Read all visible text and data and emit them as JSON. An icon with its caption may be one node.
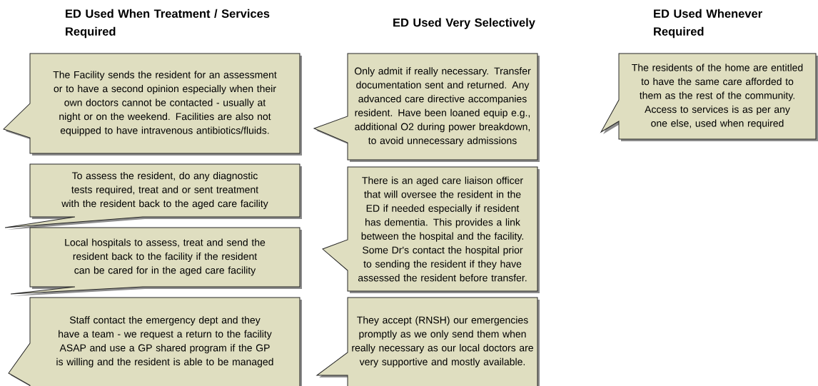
{
  "diagram": {
    "nodes": [
      {
        "text": [
          "The Facility sends the resident for an assessment or to have a second opinion especially when their own doctors cannot be contacted - usually at night or on the weekend.  Facilities are also not equipped to have intravenous antibiotics/fluids."
        ]
      },
      {
        "text": [
          "To assess the resident, do any diagnostic tests required, treat and or sent treatment with the resident back to the aged care facility"
        ]
      },
      {
        "text": [
          "Local hospitals to assess, treat and send the resident back to the facility if the resident can be cared for in the aged care facility"
        ]
      },
      {
        "text": [
          "Staff contact the emergency dept and they have a team - we request a return to the facility ASAP and use a GP shared program if the GP is willing and the resident is able to be managed"
        ]
      },
      {
        "text": [
          "Only admit if really necessary. Transfer documentation sent and returned. Any advanced care directive accompanies resident. Have been loaned equip e.g., additional O2 during power breakdown, to avoid unnecessary admissions"
        ]
      },
      {
        "text": [
          "There is an aged care liaison officer that will oversee the resident in the ED if needed especially if resident has dementia. This provides a link between the hospital and the facility. Some Dr's contact the hospital prior to sending the resident if they have assessed the resident before transfer."
        ]
      },
      {
        "text": [
          "They accept (RNSH) our emergencies promptly as we only send them when really necessary as our local doctors are very supportive and mostly available."
        ]
      },
      {
        "text": [
          "The residents of the home are entitled to have the same care afforded to them as the rest of the community. Access to services is as per any one else, used when  required"
        ]
      }
    ],
    "labels": [
      "ED Used When Treatment / Services Required",
      "ED Used Very Selectively",
      "ED Used Whenever Required"
    ]
  }
}
